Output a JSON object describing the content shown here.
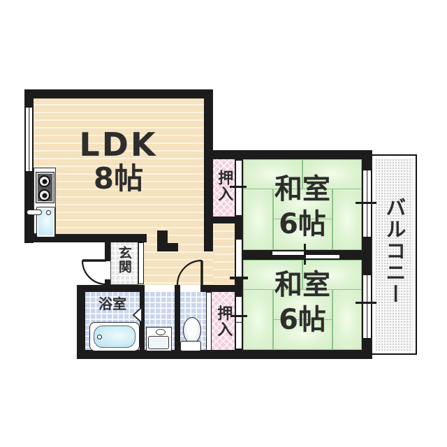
{
  "floorplan": {
    "rooms": {
      "ldk": {
        "name": "LDK",
        "size": "8帖"
      },
      "washitsu_upper": {
        "name": "和室",
        "size": "6帖"
      },
      "washitsu_lower": {
        "name": "和室",
        "size": "6帖"
      },
      "closet_upper": {
        "name": "押入"
      },
      "closet_lower": {
        "name": "押入"
      },
      "entrance": {
        "name": "玄関"
      },
      "bathroom": {
        "name": "浴室"
      },
      "balcony": {
        "name": "バルコニー"
      }
    },
    "fixtures": {
      "stove": "gas-stove-icon",
      "sink": "kitchen-sink-icon",
      "bathtub": "bathtub-icon",
      "toilet": "toilet-icon",
      "vanity": "wash-basin-icon"
    },
    "colors": {
      "wall": "#1c1c1c",
      "wood_floor": "#f5e2bf",
      "wood_stripe": "#fdf3e0",
      "tatami": "#d6efc9",
      "tatami_line": "#8fc48c",
      "closet_pink": "#f4cfe0",
      "tile_blue": "#c9d6ee",
      "tile_gray": "#e6e6e6",
      "water_blue": "#c5e8f3",
      "balcony_dot": "#cccccc",
      "text": "#2d2d2d"
    }
  }
}
